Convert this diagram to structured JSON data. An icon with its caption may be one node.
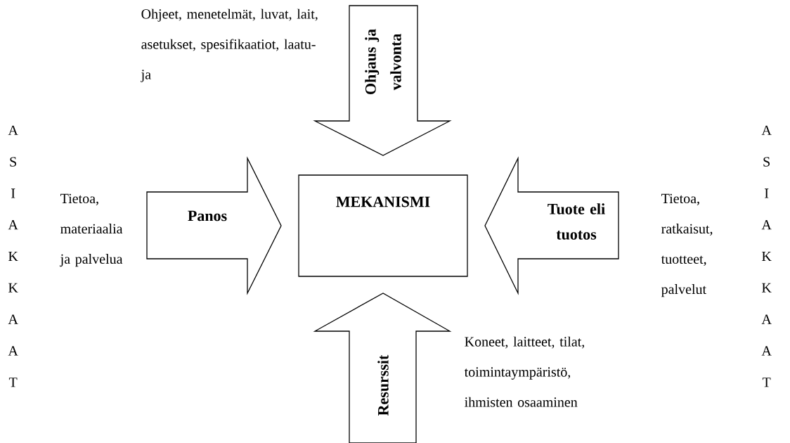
{
  "diagram": {
    "nodes": [
      {
        "text": [
          "Ohjaus ja valvonta"
        ],
        "beside": [
          "Ohjeet, menetelmät, luvat, lait, asetukset, spesifikaatiot, laatu- ja"
        ]
      },
      {
        "text": [
          "Panos"
        ],
        "beside": [
          "Tietoa, materiaalia ja palvelua"
        ]
      },
      {
        "text": [
          "MEKANISMI"
        ]
      },
      {
        "text": [
          "Tuote eli tuotos"
        ],
        "beside": [
          "Tietoa, ratkaisut, tuotteet, palvelut"
        ]
      },
      {
        "text": [
          "Resurssit"
        ],
        "beside": [
          "Koneet, laitteet, tilat, toimintaympäristö, ihmisten osaaminen"
        ]
      }
    ],
    "labels": [
      "A S I A K K A A T",
      "A S I A K K A A T"
    ]
  }
}
